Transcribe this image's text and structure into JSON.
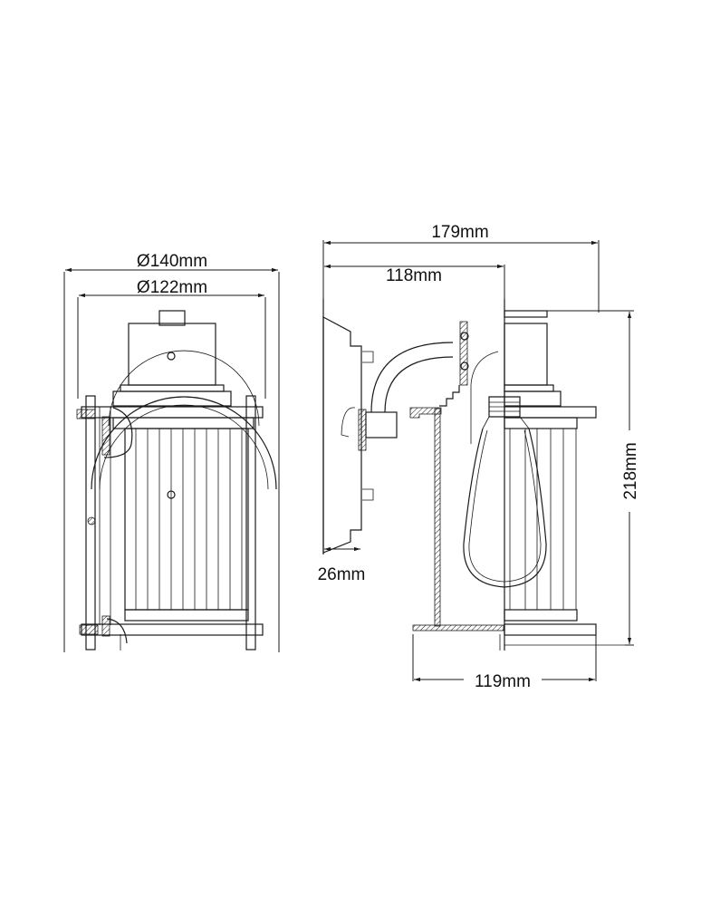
{
  "drawing": {
    "title": "Outdoor wall lantern dimension drawing",
    "views": [
      "front-view",
      "side-section-view"
    ]
  },
  "dimensions": {
    "front_outer_diameter": "Ø140mm",
    "front_inner_diameter": "Ø122mm",
    "side_total_projection": "179mm",
    "side_bracket_projection": "118mm",
    "backplate_depth": "26mm",
    "lantern_body_width": "119mm",
    "overall_height": "218mm"
  },
  "colors": {
    "line": "#1a1a1a",
    "background": "#ffffff"
  }
}
